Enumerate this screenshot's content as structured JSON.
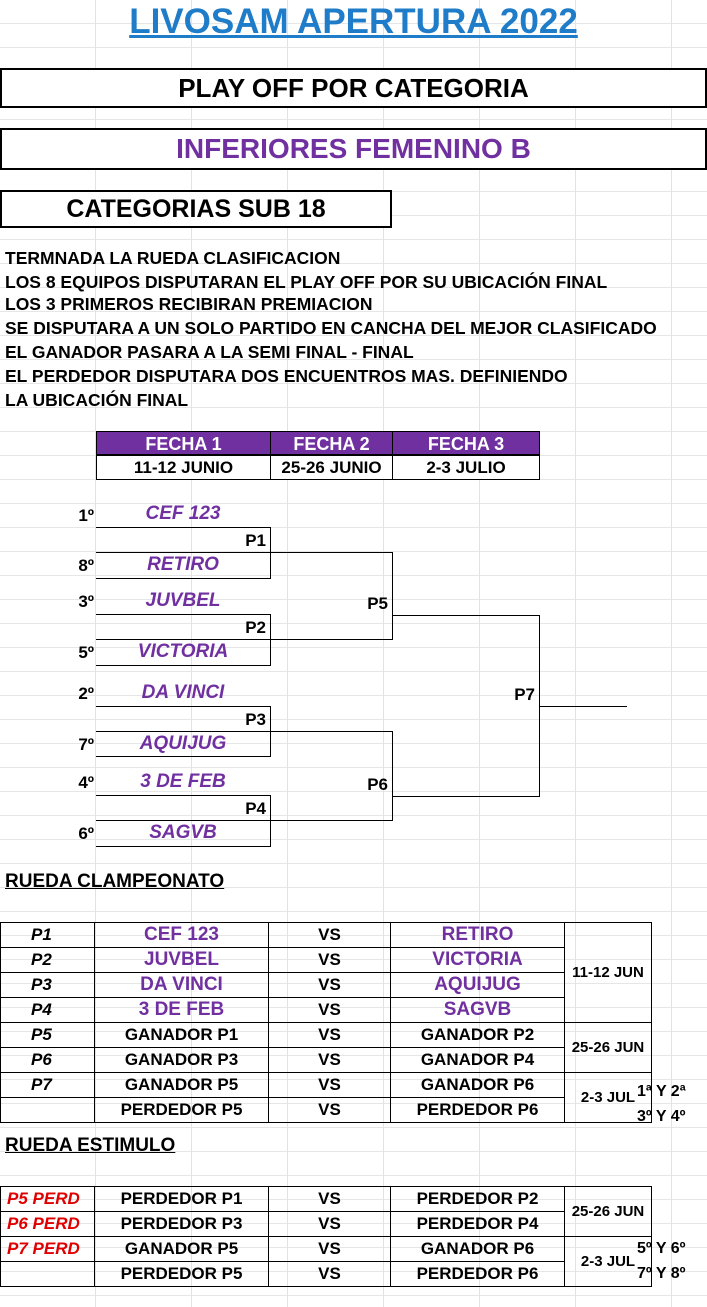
{
  "title": "LIVOSAM APERTURA 2022",
  "subtitle": "PLAY OFF POR CATEGORIA",
  "division": "INFERIORES FEMENINO B",
  "category": "CATEGORIAS SUB 18",
  "rules": [
    "TERMNADA LA RUEDA CLASIFICACION",
    "LOS 8 EQUIPOS DISPUTARAN EL PLAY OFF POR SU UBICACIÓN FINAL",
    "LOS 3 PRIMEROS RECIBIRAN PREMIACION",
    "SE DISPUTARA A UN SOLO PARTIDO EN CANCHA DEL MEJOR CLASIFICADO",
    "EL GANADOR PASARA A LA SEMI FINAL - FINAL",
    "EL PERDEDOR DISPUTARA DOS ENCUENTROS MAS. DEFINIENDO",
    "LA UBICACIÓN FINAL"
  ],
  "fechas": [
    {
      "label": "FECHA 1",
      "date": "11-12 JUNIO"
    },
    {
      "label": "FECHA 2",
      "date": "25-26 JUNIO"
    },
    {
      "label": "FECHA 3",
      "date": "2-3 JULIO"
    }
  ],
  "bracket": {
    "seeds": [
      {
        "seed": "1º",
        "team": "CEF 123"
      },
      {
        "seed": "8º",
        "team": "RETIRO"
      },
      {
        "seed": "3º",
        "team": "JUVBEL"
      },
      {
        "seed": "5º",
        "team": "VICTORIA"
      },
      {
        "seed": "2º",
        "team": "DA VINCI"
      },
      {
        "seed": "7º",
        "team": "AQUIJUG"
      },
      {
        "seed": "4º",
        "team": "3 DE FEB"
      },
      {
        "seed": "6º",
        "team": "SAGVB"
      }
    ],
    "matches": [
      "P1",
      "P2",
      "P3",
      "P4",
      "P5",
      "P6",
      "P7"
    ]
  },
  "championship": {
    "heading": "RUEDA CLAMPEONATO",
    "vs": "VS",
    "rows": [
      {
        "code": "P1",
        "home": "CEF 123",
        "away": "RETIRO"
      },
      {
        "code": "P2",
        "home": "JUVBEL",
        "away": "VICTORIA"
      },
      {
        "code": "P3",
        "home": "DA VINCI",
        "away": "AQUIJUG"
      },
      {
        "code": "P4",
        "home": "3 DE FEB",
        "away": "SAGVB"
      },
      {
        "code": "P5",
        "home": "GANADOR P1",
        "away": "GANADOR P2"
      },
      {
        "code": "P6",
        "home": "GANADOR P3",
        "away": "GANADOR P4"
      },
      {
        "code": "P7",
        "home": "GANADOR P5",
        "away": "GANADOR P6"
      },
      {
        "code": "",
        "home": "PERDEDOR P5",
        "away": "PERDEDOR P6"
      }
    ],
    "dates": [
      "11-12 JUN",
      "25-26 JUN",
      "2-3 JUL"
    ],
    "places": [
      "1ª Y 2ª",
      "3º Y 4º"
    ]
  },
  "stimulus": {
    "heading": "RUEDA ESTIMULO",
    "vs": "VS",
    "rows": [
      {
        "code": "P5 PERD",
        "home": "PERDEDOR P1",
        "away": "PERDEDOR P2"
      },
      {
        "code": "P6 PERD",
        "home": "PERDEDOR P3",
        "away": "PERDEDOR P4"
      },
      {
        "code": "P7 PERD",
        "home": "GANADOR P5",
        "away": "GANADOR P6"
      },
      {
        "code": "",
        "home": "PERDEDOR P5",
        "away": "PERDEDOR P6"
      }
    ],
    "dates": [
      "25-26 JUN",
      "2-3 JUL"
    ],
    "places": [
      "5º Y 6º",
      "7º Y 8º"
    ]
  },
  "colors": {
    "title": "#1f7cc8",
    "accent": "#7030a0",
    "code_red": "#e00000"
  }
}
